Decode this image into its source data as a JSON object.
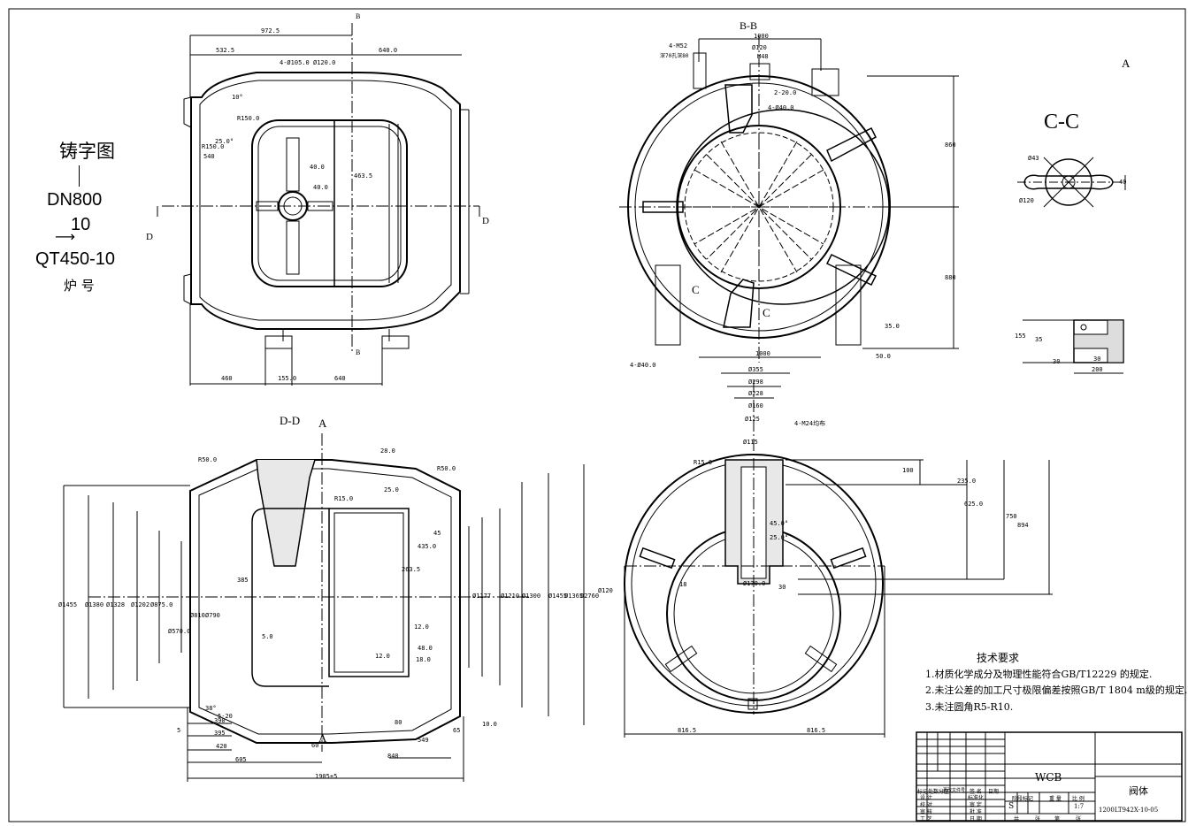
{
  "casting_marking": {
    "title": "铸字图",
    "size": "DN800",
    "pressure": "10",
    "material": "QT450-10",
    "heat_no": "炉 号"
  },
  "sections": {
    "bb": "B-B",
    "cc": "C-C",
    "dd": "D-D",
    "a": "A",
    "b": "B",
    "c": "C",
    "d": "D"
  },
  "top_left_dims": [
    "972.5",
    "532.5",
    "640.0",
    "4-Ø105.0",
    "Ø120.0",
    "10°",
    "R150.0",
    "R150.0",
    "25.0°",
    "540",
    "40.0",
    "40.0",
    "463.5",
    "460",
    "155.0",
    "640"
  ],
  "bb_dims": [
    "1000",
    "Ø120",
    "M48",
    "4-M52",
    "深70孔深80",
    "2-20.0",
    "4-Ø40.0",
    "860",
    "880",
    "1000",
    "4-Ø40.0",
    "50.0",
    "35.0"
  ],
  "cc_dims": [
    "Ø43",
    "Ø120",
    "40"
  ],
  "small_view_dims": [
    "155",
    "35",
    "30",
    "30",
    "200"
  ],
  "dd_dims": [
    "28.0",
    "R50.0",
    "R15.0",
    "R50.0",
    "25.0",
    "Ø1455",
    "Ø1380",
    "Ø1328",
    "Ø1202",
    "Ø875.0",
    "Ø570.0",
    "Ø810",
    "Ø790",
    "385",
    "435.0",
    "45",
    "263.5",
    "12.0",
    "12.0",
    "18.0",
    "48.0",
    "5.0",
    "Ø1177",
    "Ø1210",
    "Ø1300",
    "Ø1455",
    "Ø1365",
    "Ø2760",
    "390",
    "395",
    "420",
    "38°",
    "5",
    "605",
    "60",
    "80",
    "840",
    "549",
    "1905±5",
    "10.0",
    "65",
    "5-20"
  ],
  "right_view_dims": [
    "Ø355",
    "Ø298",
    "Ø228",
    "Ø160",
    "Ø125",
    "Ø115",
    "R15.0",
    "Ø170.0",
    "18",
    "30",
    "100",
    "235.0",
    "625.0",
    "750",
    "894",
    "Ø120",
    "816.5",
    "816.5",
    "4-M24均布",
    "45.0°",
    "25.0°"
  ],
  "technical_requirements": {
    "title": "技术要求",
    "items": [
      "1.材质化学成分及物理性能符合GB/T12229 的规定.",
      "2.未注公差的加工尺寸极限偏差按照GB/T 1804 m级的规定.",
      "3.未注圆角R5-R10."
    ]
  },
  "title_block": {
    "material": "WCB",
    "part_name": "阀体",
    "drawing_no": "1200LT942X-10-05",
    "scale": "1:7",
    "stage_mark": "S",
    "col_headers": [
      "标记",
      "处数",
      "分区",
      "更改文件号",
      "签 名",
      "日期"
    ],
    "row_labels": [
      "设 计",
      "校 对",
      "审 核",
      "工 艺"
    ],
    "mid_labels": [
      "标准化",
      "审 定",
      "批 准",
      "日 期"
    ],
    "top_labels": [
      "阶段标记",
      "重 量",
      "比 例"
    ],
    "sheet_labels": [
      "共",
      "张",
      "第",
      "张"
    ]
  },
  "corner_mark": "A"
}
